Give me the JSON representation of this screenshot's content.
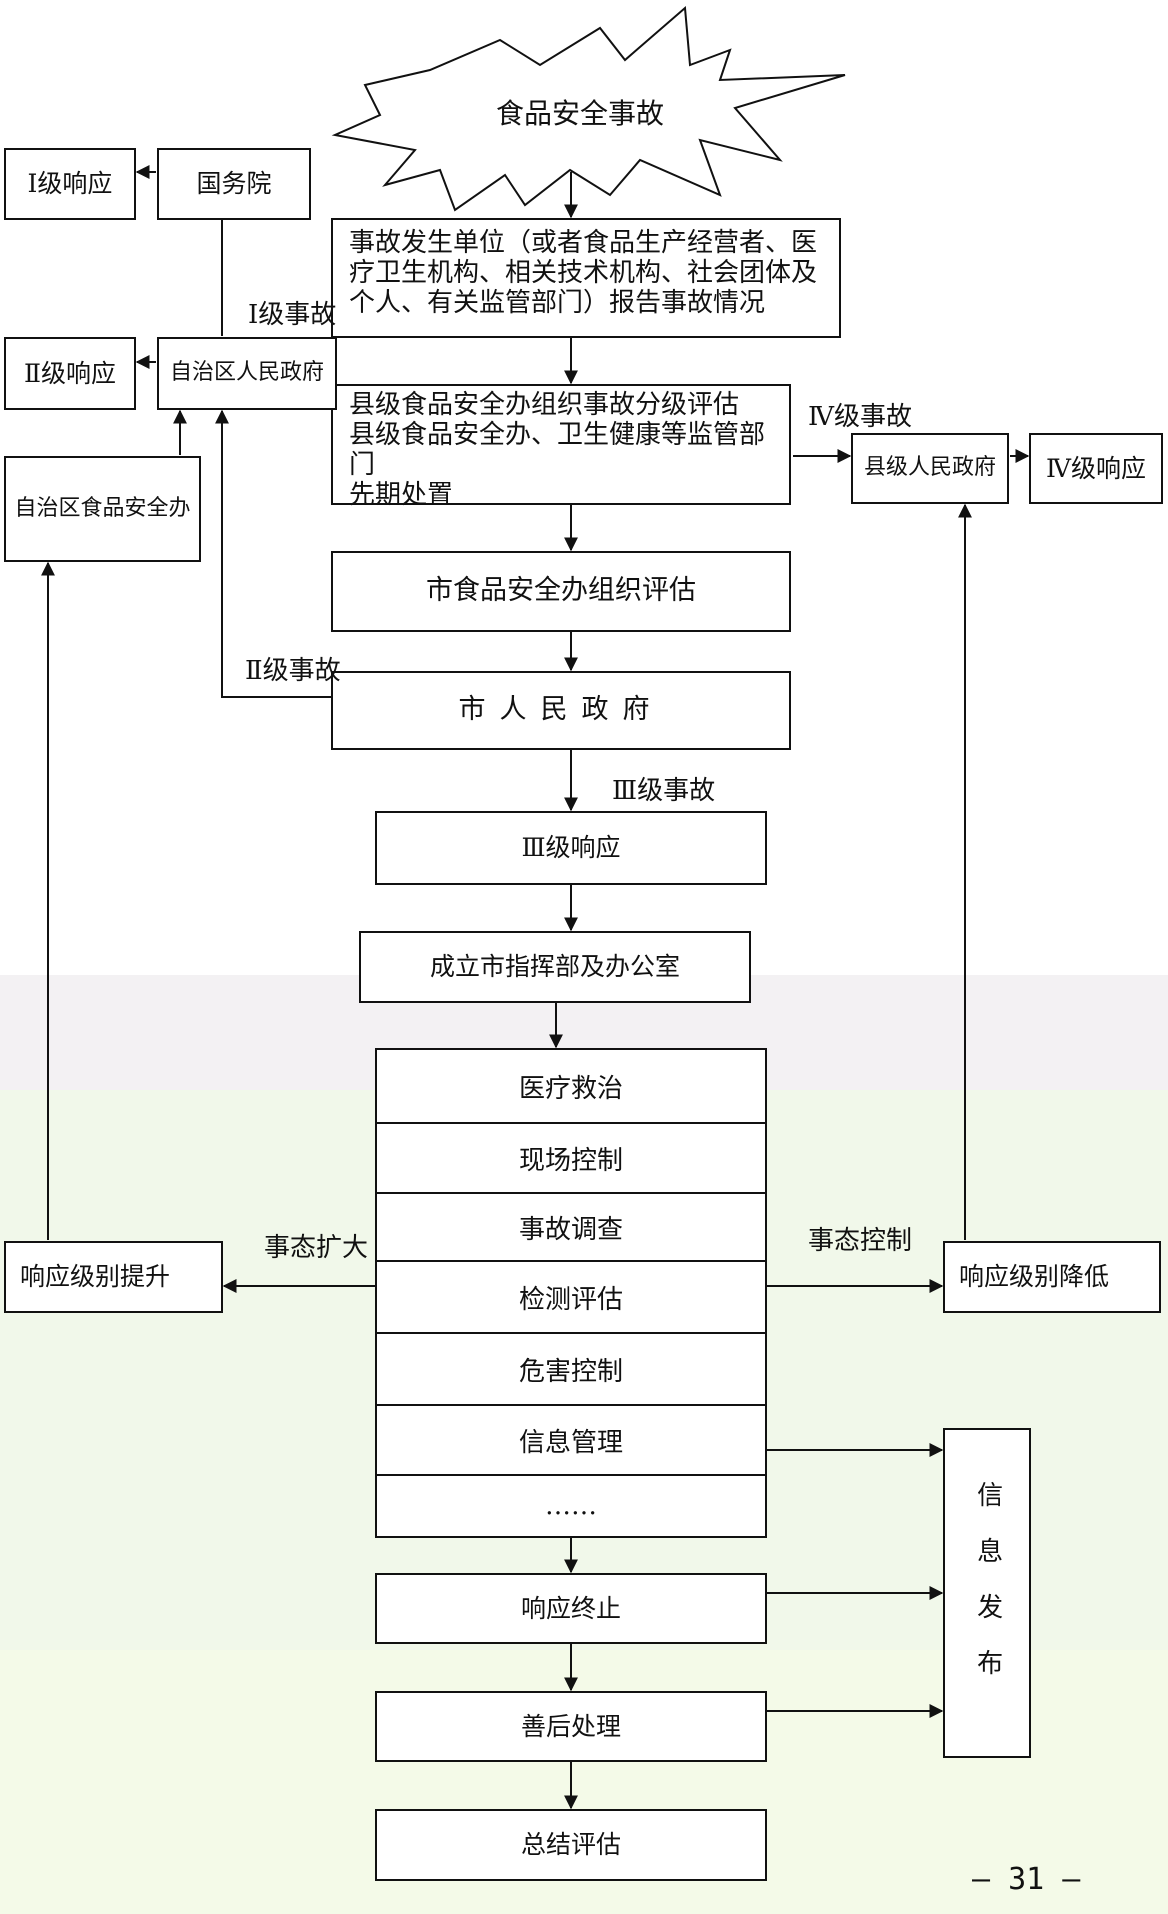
{
  "colors": {
    "upper_band": "#f3f1f3",
    "lower_band": "#f1f8ea",
    "bottom_band": "#f4fae8",
    "line": "#111111"
  },
  "start": "食品安全事故",
  "report": "事故发生单位（或者食品生产经营者、医\n疗卫生机构、相关技术机构、社会团体及\n个人、有关监管部门）报告事故情况",
  "county_eval": "县级食品安全办组织事故分级评估\n县级食品安全办、卫生健康等监管部门\n先期处置",
  "city_eval": "市食品安全办组织评估",
  "city_gov": "市人民政府",
  "level3_response": "Ⅲ级响应",
  "command": "成立市指挥部及办公室",
  "measures": [
    "医疗救治",
    "现场控制",
    "事故调查",
    "检测评估",
    "危害控制",
    "信息管理",
    "……"
  ],
  "end": "响应终止",
  "aftermath": "善后处理",
  "summary": "总结评估",
  "state_council": "国务院",
  "level1_response": "Ⅰ级响应",
  "region_gov": "自治区人民政府",
  "level2_response": "Ⅱ级响应",
  "region_office": "自治区食品安全办",
  "county_gov": "县级人民政府",
  "level4_response": "Ⅳ级响应",
  "raise": "响应级别提升",
  "lower": "响应级别降低",
  "info_release": "信息发布",
  "edges": {
    "level1_incident": "Ⅰ级事故",
    "level2_incident": "Ⅱ级事故",
    "level3_incident": "Ⅲ级事故",
    "level4_incident": "Ⅳ级事故",
    "expand": "事态扩大",
    "control": "事态控制"
  },
  "page_number": "— 31 —"
}
